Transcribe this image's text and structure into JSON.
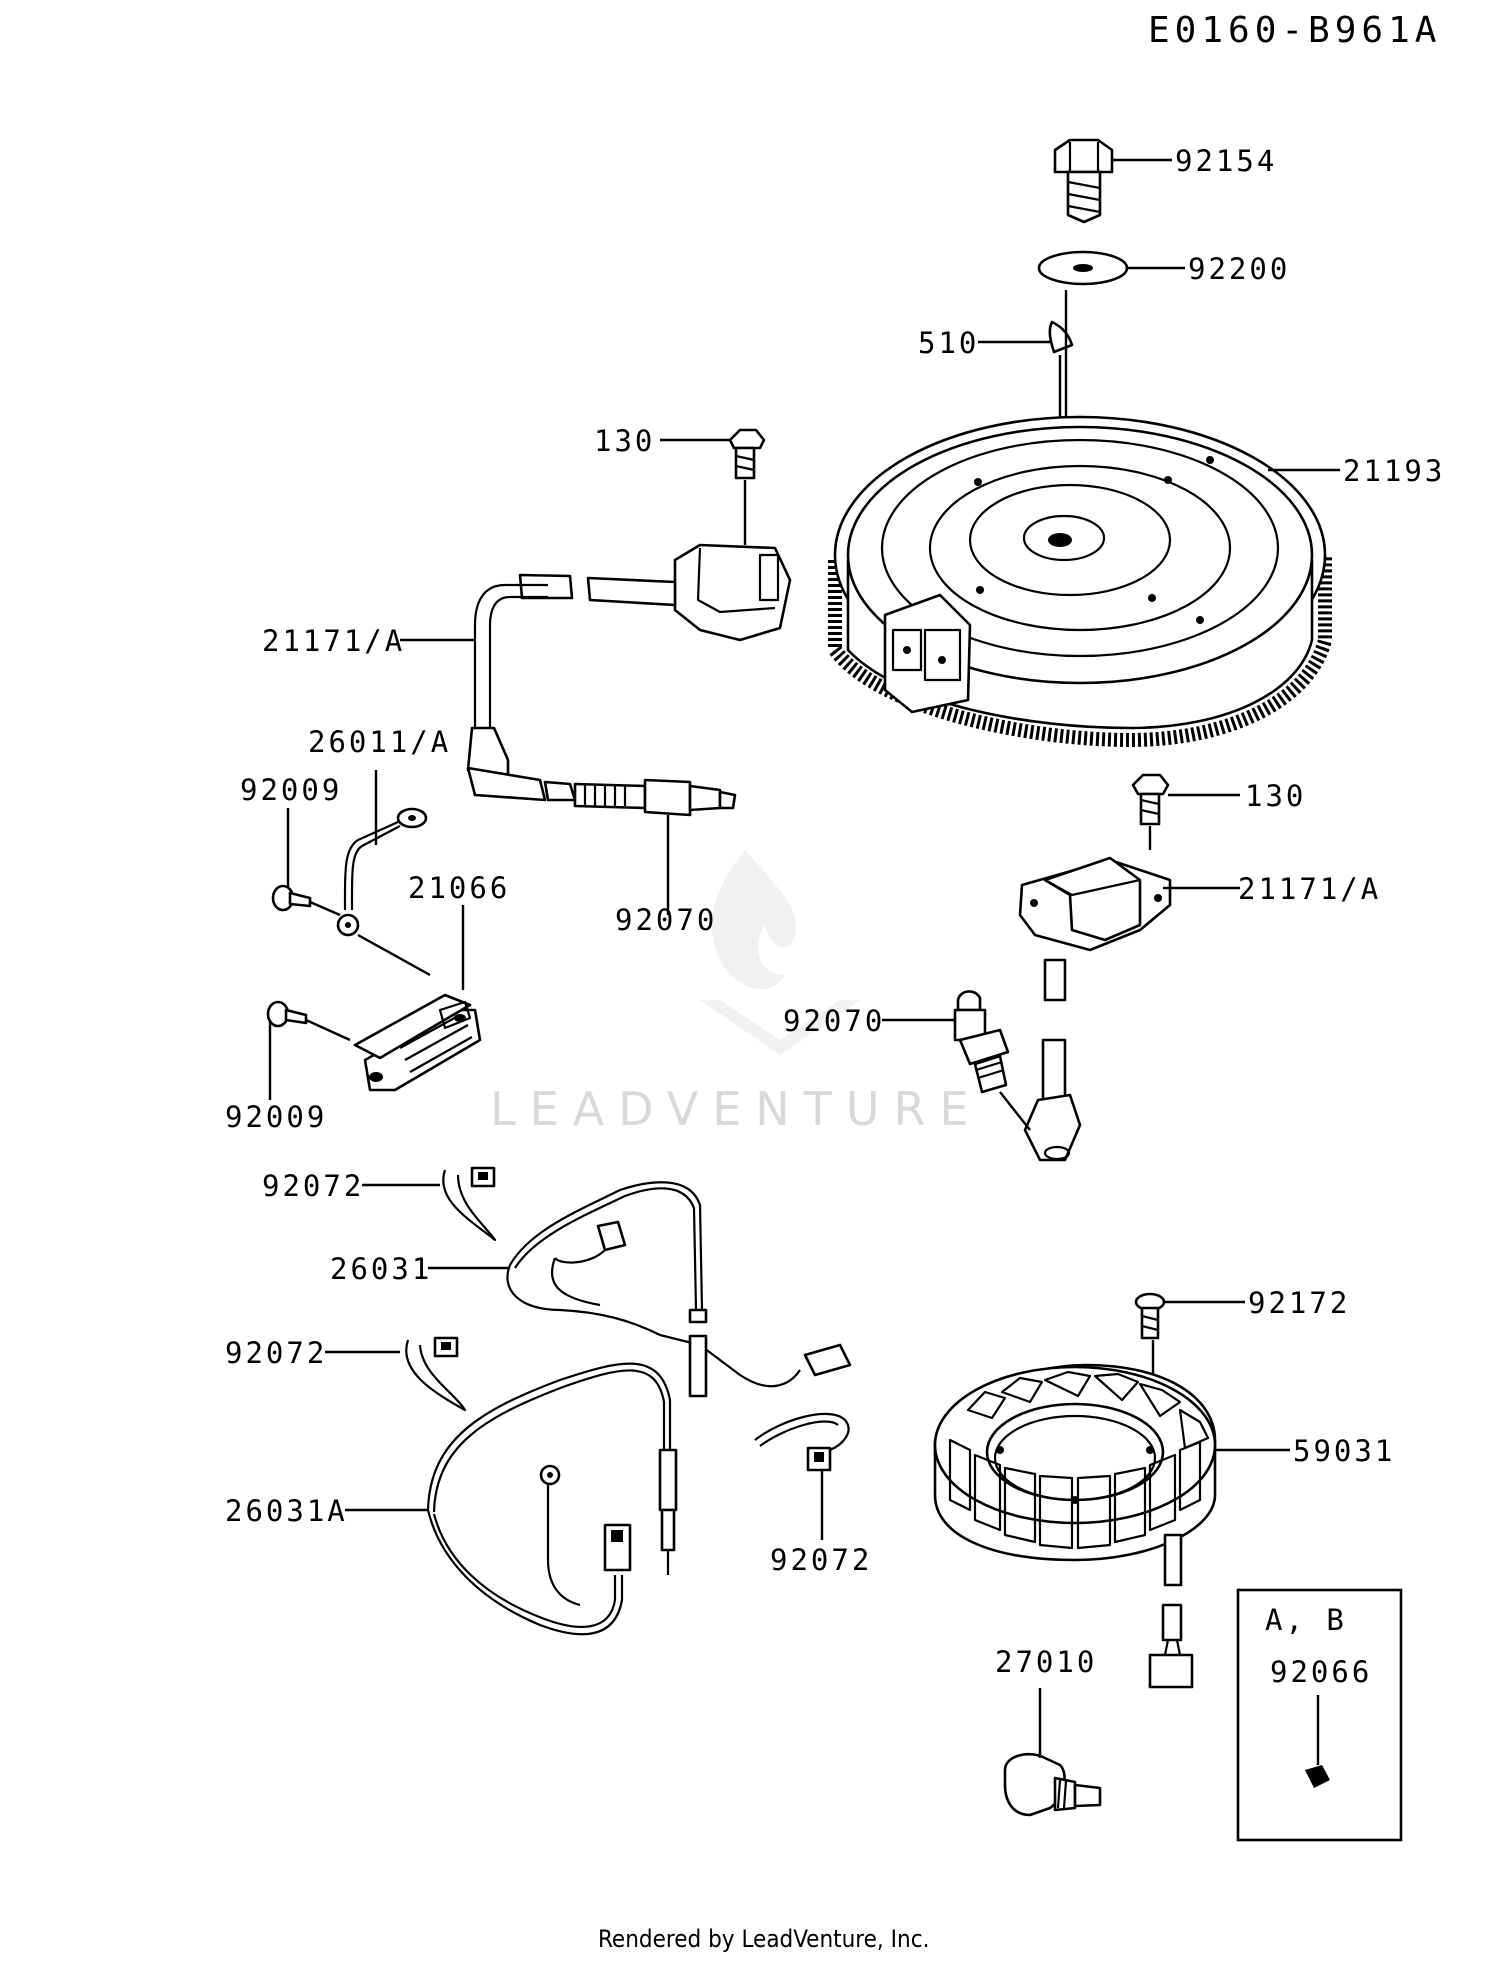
{
  "diagram_id": "E0160-B961A",
  "footer": "Rendered by LeadVenture, Inc.",
  "watermark": "LEADVENTURE",
  "callouts": {
    "c92154": "92154",
    "c92200": "92200",
    "c510": "510",
    "c130a": "130",
    "c21193": "21193",
    "c21171a": "21171/A",
    "c26011a": "26011/A",
    "c92009a": "92009",
    "c21066": "21066",
    "c92070a": "92070",
    "c130b": "130",
    "c21171b": "21171/A",
    "c92009b": "92009",
    "c92070b": "92070",
    "c92072a": "92072",
    "c26031": "26031",
    "c92072b": "92072",
    "c92172": "92172",
    "c59031": "59031",
    "c26031a": "26031A",
    "c92072c": "92072",
    "c27010": "27010",
    "box_ab": "A, B",
    "c92066": "92066"
  }
}
